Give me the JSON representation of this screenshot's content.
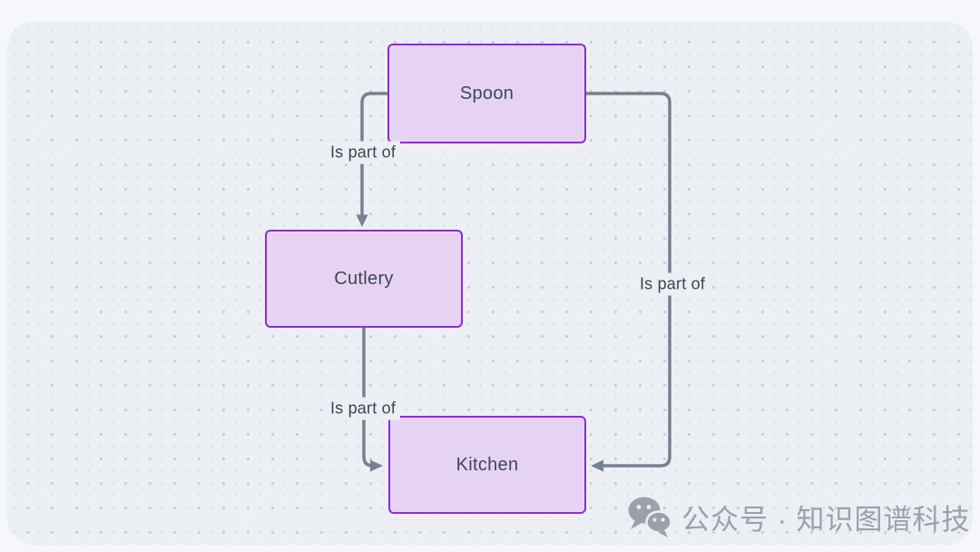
{
  "diagram": {
    "nodes": [
      {
        "id": "spoon",
        "label": "Spoon"
      },
      {
        "id": "cutlery",
        "label": "Cutlery"
      },
      {
        "id": "kitchen",
        "label": "Kitchen"
      }
    ],
    "edges": [
      {
        "from": "spoon",
        "to": "cutlery",
        "label": "Is part of"
      },
      {
        "from": "cutlery",
        "to": "kitchen",
        "label": "Is part of"
      },
      {
        "from": "spoon",
        "to": "kitchen",
        "label": "Is part of"
      }
    ]
  },
  "watermark": {
    "icon": "wechat-icon",
    "text": "公众号 · 知识图谱科技"
  },
  "colors": {
    "page_bg": "#f6f7fb",
    "canvas_bg": "#eceff4",
    "dot_large": "#c7cedd",
    "dot_small": "#dadfe9",
    "node_fill": "#e6d3f4",
    "node_border": "#8b2fd2",
    "node_text": "#3f4656",
    "edge_line": "#76828f",
    "edge_label_text": "#3d4656",
    "watermark_gray": "#9ba1ac"
  }
}
